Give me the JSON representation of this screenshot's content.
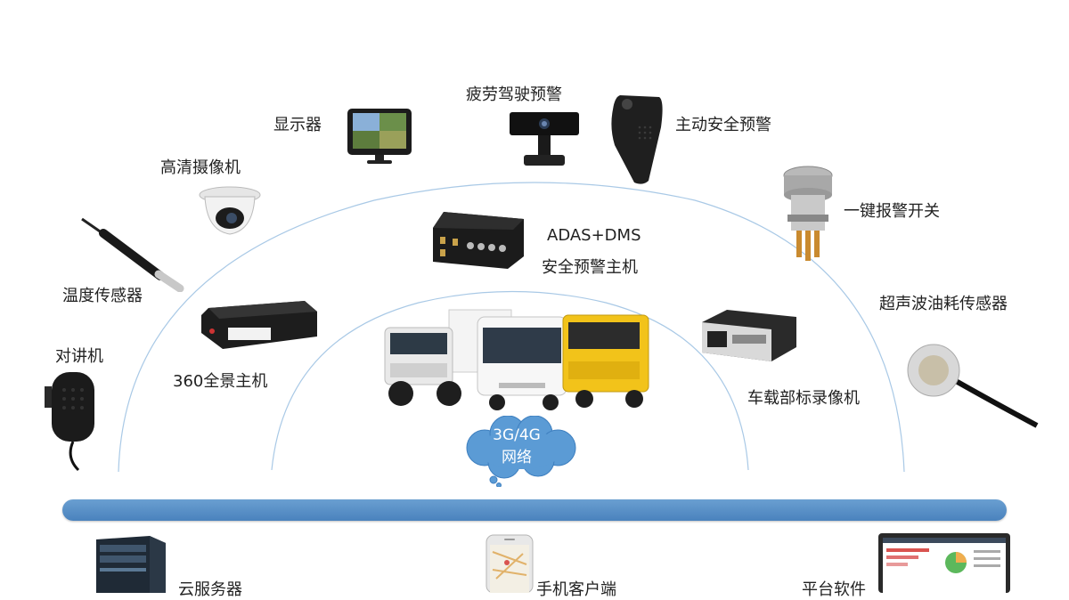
{
  "devices": {
    "display": "显示器",
    "fatigue": "疲劳驾驶预警",
    "active_safety": "主动安全预警",
    "hd_camera": "高清摄像机",
    "panic_button": "一键报警开关",
    "temp_sensor": "温度传感器",
    "fuel_sensor": "超声波油耗传感器",
    "intercom": "对讲机",
    "panorama_host": "360全景主机",
    "adas_line1": "ADAS+DMS",
    "adas_line2": "安全预警主机",
    "dvr": "车载部标录像机"
  },
  "network": {
    "line1": "3G/4G",
    "line2": "网络"
  },
  "bottom": {
    "cloud_server": "云服务器",
    "mobile_client": "手机客户端",
    "platform": "平台软件"
  }
}
